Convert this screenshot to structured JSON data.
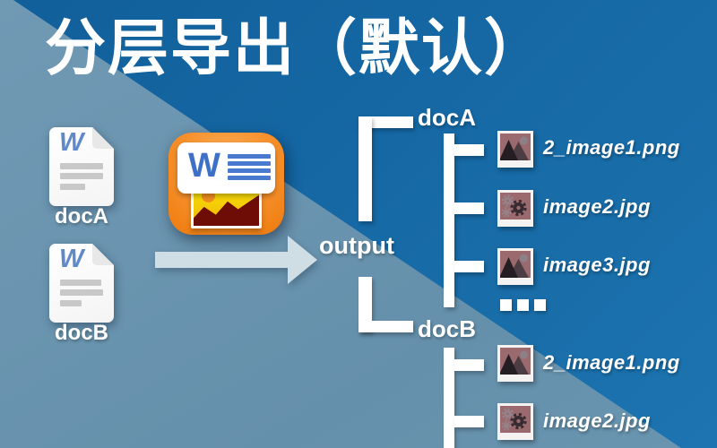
{
  "title": "分层导出（默认）",
  "source": {
    "docs": [
      {
        "label": "docA",
        "letter": "W"
      },
      {
        "label": "docB",
        "letter": "W"
      }
    ]
  },
  "app": {
    "icon": "word-image-export-app-icon",
    "letter": "W"
  },
  "flow": {
    "arrow_icon": "right-arrow-icon"
  },
  "tree": {
    "root_label": "output",
    "folders": [
      {
        "label": "docA",
        "files": [
          {
            "name": "2_image1.png",
            "icon": "mountain-photo-icon"
          },
          {
            "name": "image2.jpg",
            "icon": "gears-photo-icon"
          },
          {
            "name": "image3.jpg",
            "icon": "mountain-photo-icon"
          }
        ],
        "more_indicator": "..."
      },
      {
        "label": "docB",
        "files": [
          {
            "name": "2_image1.png",
            "icon": "mountain-photo-icon"
          },
          {
            "name": "image2.jpg",
            "icon": "gears-photo-icon"
          }
        ]
      }
    ]
  },
  "colors": {
    "background_dark": "#1568a4",
    "background_light": "#6a95b0",
    "arrow": "#cfdde5",
    "app_orange": "#f28218",
    "word_blue": "#4a7ad0",
    "doc_w_blue": "#5e8ac9",
    "photo_mauve": "#9a6a6e",
    "photo_yellow": "#f2d41c",
    "photo_red": "#6e0d06",
    "text_white": "#ffffff"
  }
}
